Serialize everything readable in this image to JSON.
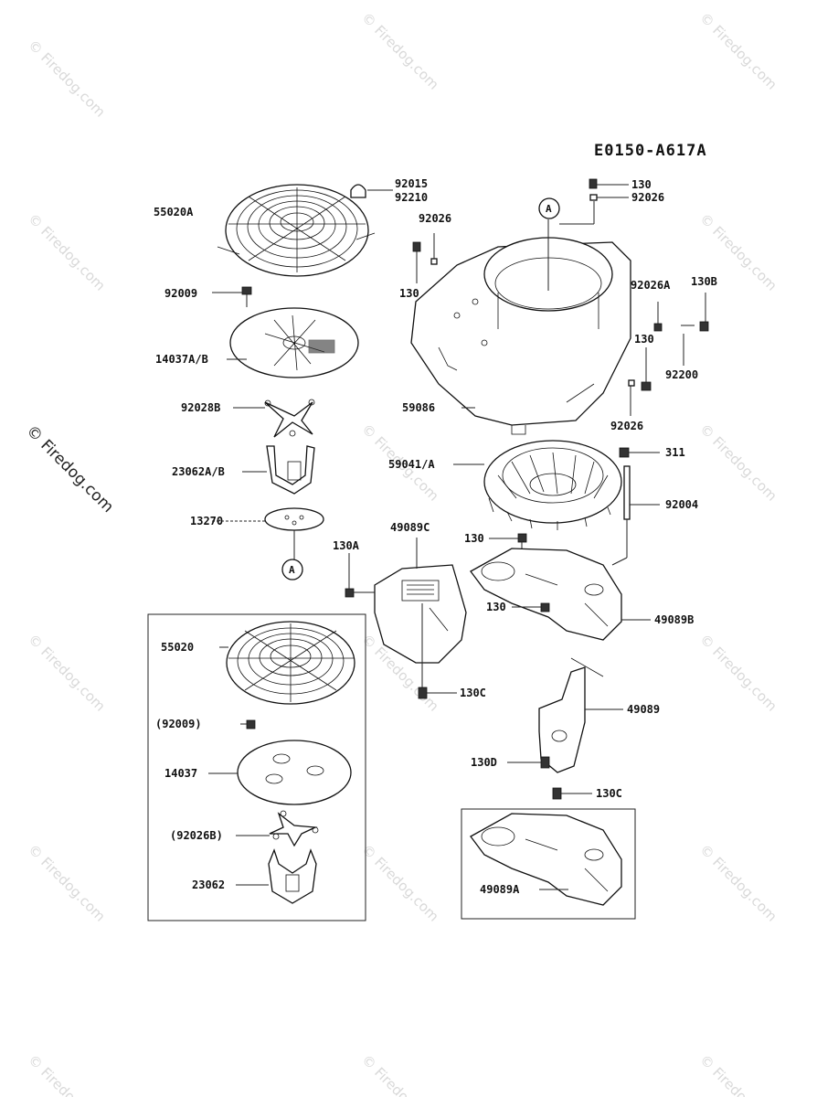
{
  "diagram_code": "E0150-A617A",
  "watermark": "© Firedog.com",
  "side_watermark": "© Firedog.com",
  "callouts": {
    "ref_a": "A"
  },
  "labels": {
    "p55020A": "55020A",
    "p92015": "92015",
    "p92210": "92210",
    "p92009": "92009",
    "p14037AB": "14037A/B",
    "p92028B": "92028B",
    "p23062AB": "23062A/B",
    "p13270": "13270",
    "p92026_top": "92026",
    "p130_left": "130",
    "p130_top": "130",
    "p92026_topright": "92026",
    "p92026A": "92026A",
    "p130B": "130B",
    "p130_mid": "130",
    "p92200": "92200",
    "p92026_low": "92026",
    "p59086": "59086",
    "p311": "311",
    "p59041A": "59041/A",
    "p92004": "92004",
    "p49089C": "49089C",
    "p130_fan": "130",
    "p130A": "130A",
    "p130_plate": "130",
    "p49089B": "49089B",
    "p130C_left": "130C",
    "p49089": "49089",
    "p130D": "130D",
    "p130C_right": "130C",
    "p49089A": "49089A",
    "p55020": "55020",
    "p92009_paren": "(92009)",
    "p14037": "14037",
    "p92026B_paren": "(92026B)",
    "p23062": "23062"
  },
  "colors": {
    "line": "#111111",
    "watermark": "#d9d9d9",
    "background": "#ffffff"
  }
}
